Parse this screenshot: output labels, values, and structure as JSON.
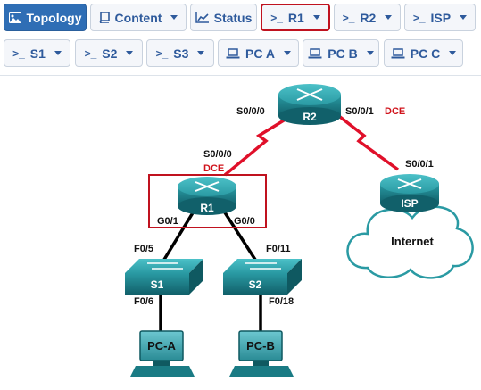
{
  "toolbar_row1": [
    {
      "label": "Topology",
      "icon": "image-icon"
    },
    {
      "label": "Content",
      "icon": "book-icon"
    },
    {
      "label": "Status",
      "icon": "chart-icon"
    },
    {
      "label": "R1",
      "icon": "terminal-icon"
    },
    {
      "label": "R2",
      "icon": "terminal-icon"
    },
    {
      "label": "ISP",
      "icon": "terminal-icon"
    }
  ],
  "toolbar_row2": [
    {
      "label": "S1",
      "icon": "terminal-icon"
    },
    {
      "label": "S2",
      "icon": "terminal-icon"
    },
    {
      "label": "S3",
      "icon": "terminal-icon"
    },
    {
      "label": "PC A",
      "icon": "laptop-icon"
    },
    {
      "label": "PC B",
      "icon": "laptop-icon"
    },
    {
      "label": "PC C",
      "icon": "laptop-icon"
    }
  ],
  "topology": {
    "devices": {
      "r2": "R2",
      "r1": "R1",
      "isp": "ISP",
      "s1": "S1",
      "s2": "S2",
      "pca": "PC-A",
      "pcb": "PC-B",
      "internet": "Internet"
    },
    "interfaces": {
      "r2_left": "S0/0/0",
      "r2_right": "S0/0/1",
      "r2_right_dce": "DCE",
      "r1_serial": "S0/0/0",
      "r1_serial_dce": "DCE",
      "isp_serial": "S0/0/1",
      "r1_g01": "G0/1",
      "r1_g00": "G0/0",
      "s1_uplink": "F0/5",
      "s1_downlink": "F0/6",
      "s2_uplink": "F0/11",
      "s2_downlink": "F0/18"
    }
  },
  "colors": {
    "accent": "#2f6eb5",
    "selected_border": "#c0121f",
    "serial_link": "#e0102a",
    "device_teal": "#1a7b84"
  }
}
